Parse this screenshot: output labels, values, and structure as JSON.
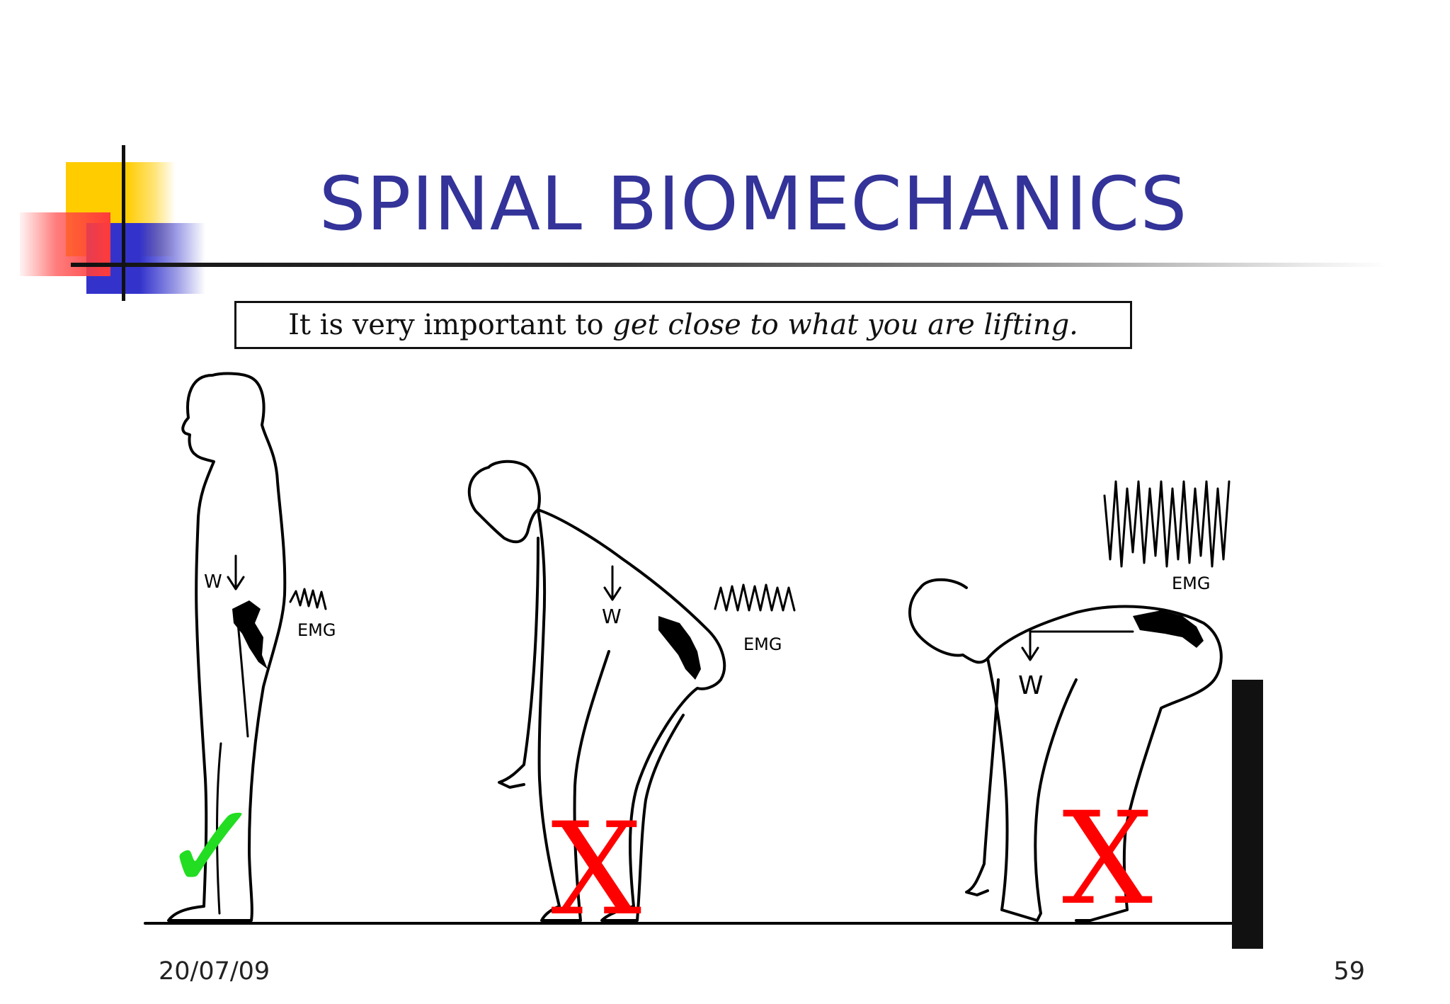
{
  "slide": {
    "title": "SPINAL BIOMECHANICS",
    "caption": {
      "prefix": "It is very important to ",
      "emphasis": "get close to what you are lifting."
    },
    "figure": {
      "emg_label": "EMG",
      "weight_label": "W",
      "marks": [
        "✓",
        "X",
        "X"
      ],
      "mark_colors": {
        "check": "#22dd22",
        "cross": "#ff0000"
      }
    },
    "footer": {
      "date": "20/07/09",
      "page_number": "59"
    },
    "colors": {
      "title": "#333399",
      "logo_yellow": "#ffcc00",
      "logo_red": "#ff3b3b",
      "logo_blue": "#3333cc"
    }
  }
}
